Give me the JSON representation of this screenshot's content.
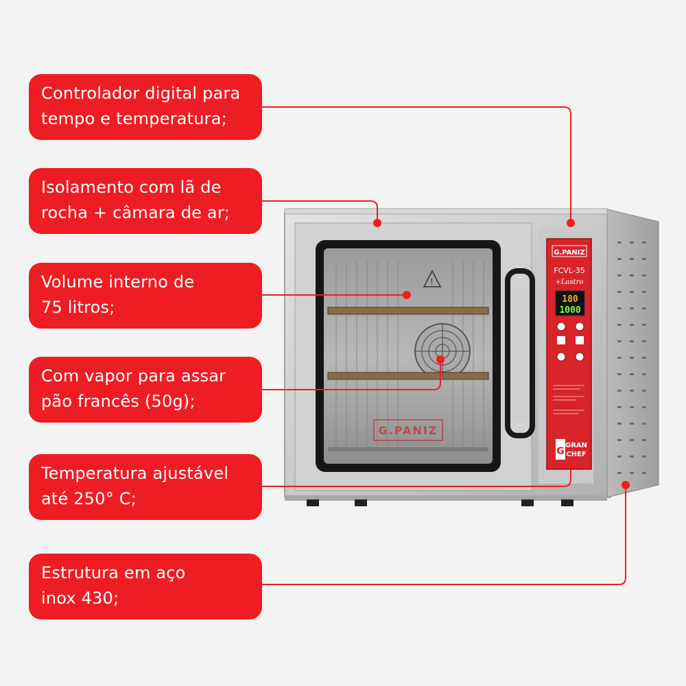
{
  "callouts": [
    {
      "line1": "Controlador digital para",
      "line2": "tempo e temperatura;"
    },
    {
      "line1": "Isolamento com lã de",
      "line2": "rocha + câmara de ar;"
    },
    {
      "line1": "Volume interno de",
      "line2": "75 litros;"
    },
    {
      "line1": "Com vapor para assar",
      "line2": "pão francês (50g);"
    },
    {
      "line1": "Temperatura ajustável",
      "line2": "até 250° C;"
    },
    {
      "line1": "Estrutura em aço",
      "line2": "inox 430;"
    }
  ],
  "oven": {
    "brand": "G.PANIZ",
    "model": "FCVL-35",
    "model_sub": "+Lastro",
    "display_top": "180",
    "display_bottom": "1000",
    "door_brand": "G.PANIZ",
    "bottom_brand_line1": "GRAN",
    "bottom_brand_line2": "CHEF",
    "bottom_brand_mark": "G"
  },
  "colors": {
    "accent": "#ee1d23",
    "panel": "#d8232a",
    "background": "#f3f3f3"
  }
}
